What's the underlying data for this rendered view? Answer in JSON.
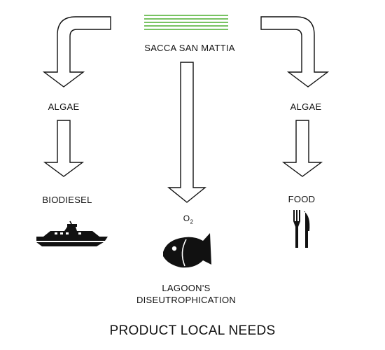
{
  "source": {
    "label": "SACCA SAN MATTIA",
    "line_color": "#4caf2e"
  },
  "left": {
    "step1": "ALGAE",
    "product": "BIODIESEL",
    "icon": "boat-icon"
  },
  "center": {
    "product": "O",
    "product_sub": "2",
    "icon": "fish-icon",
    "result_line1": "LAGOON'S",
    "result_line2": "DISEUTROPHICATION"
  },
  "right": {
    "step1": "ALGAE",
    "product": "FOOD",
    "icon": "fork-knife-icon"
  },
  "footer": "PRODUCT LOCAL NEEDS"
}
